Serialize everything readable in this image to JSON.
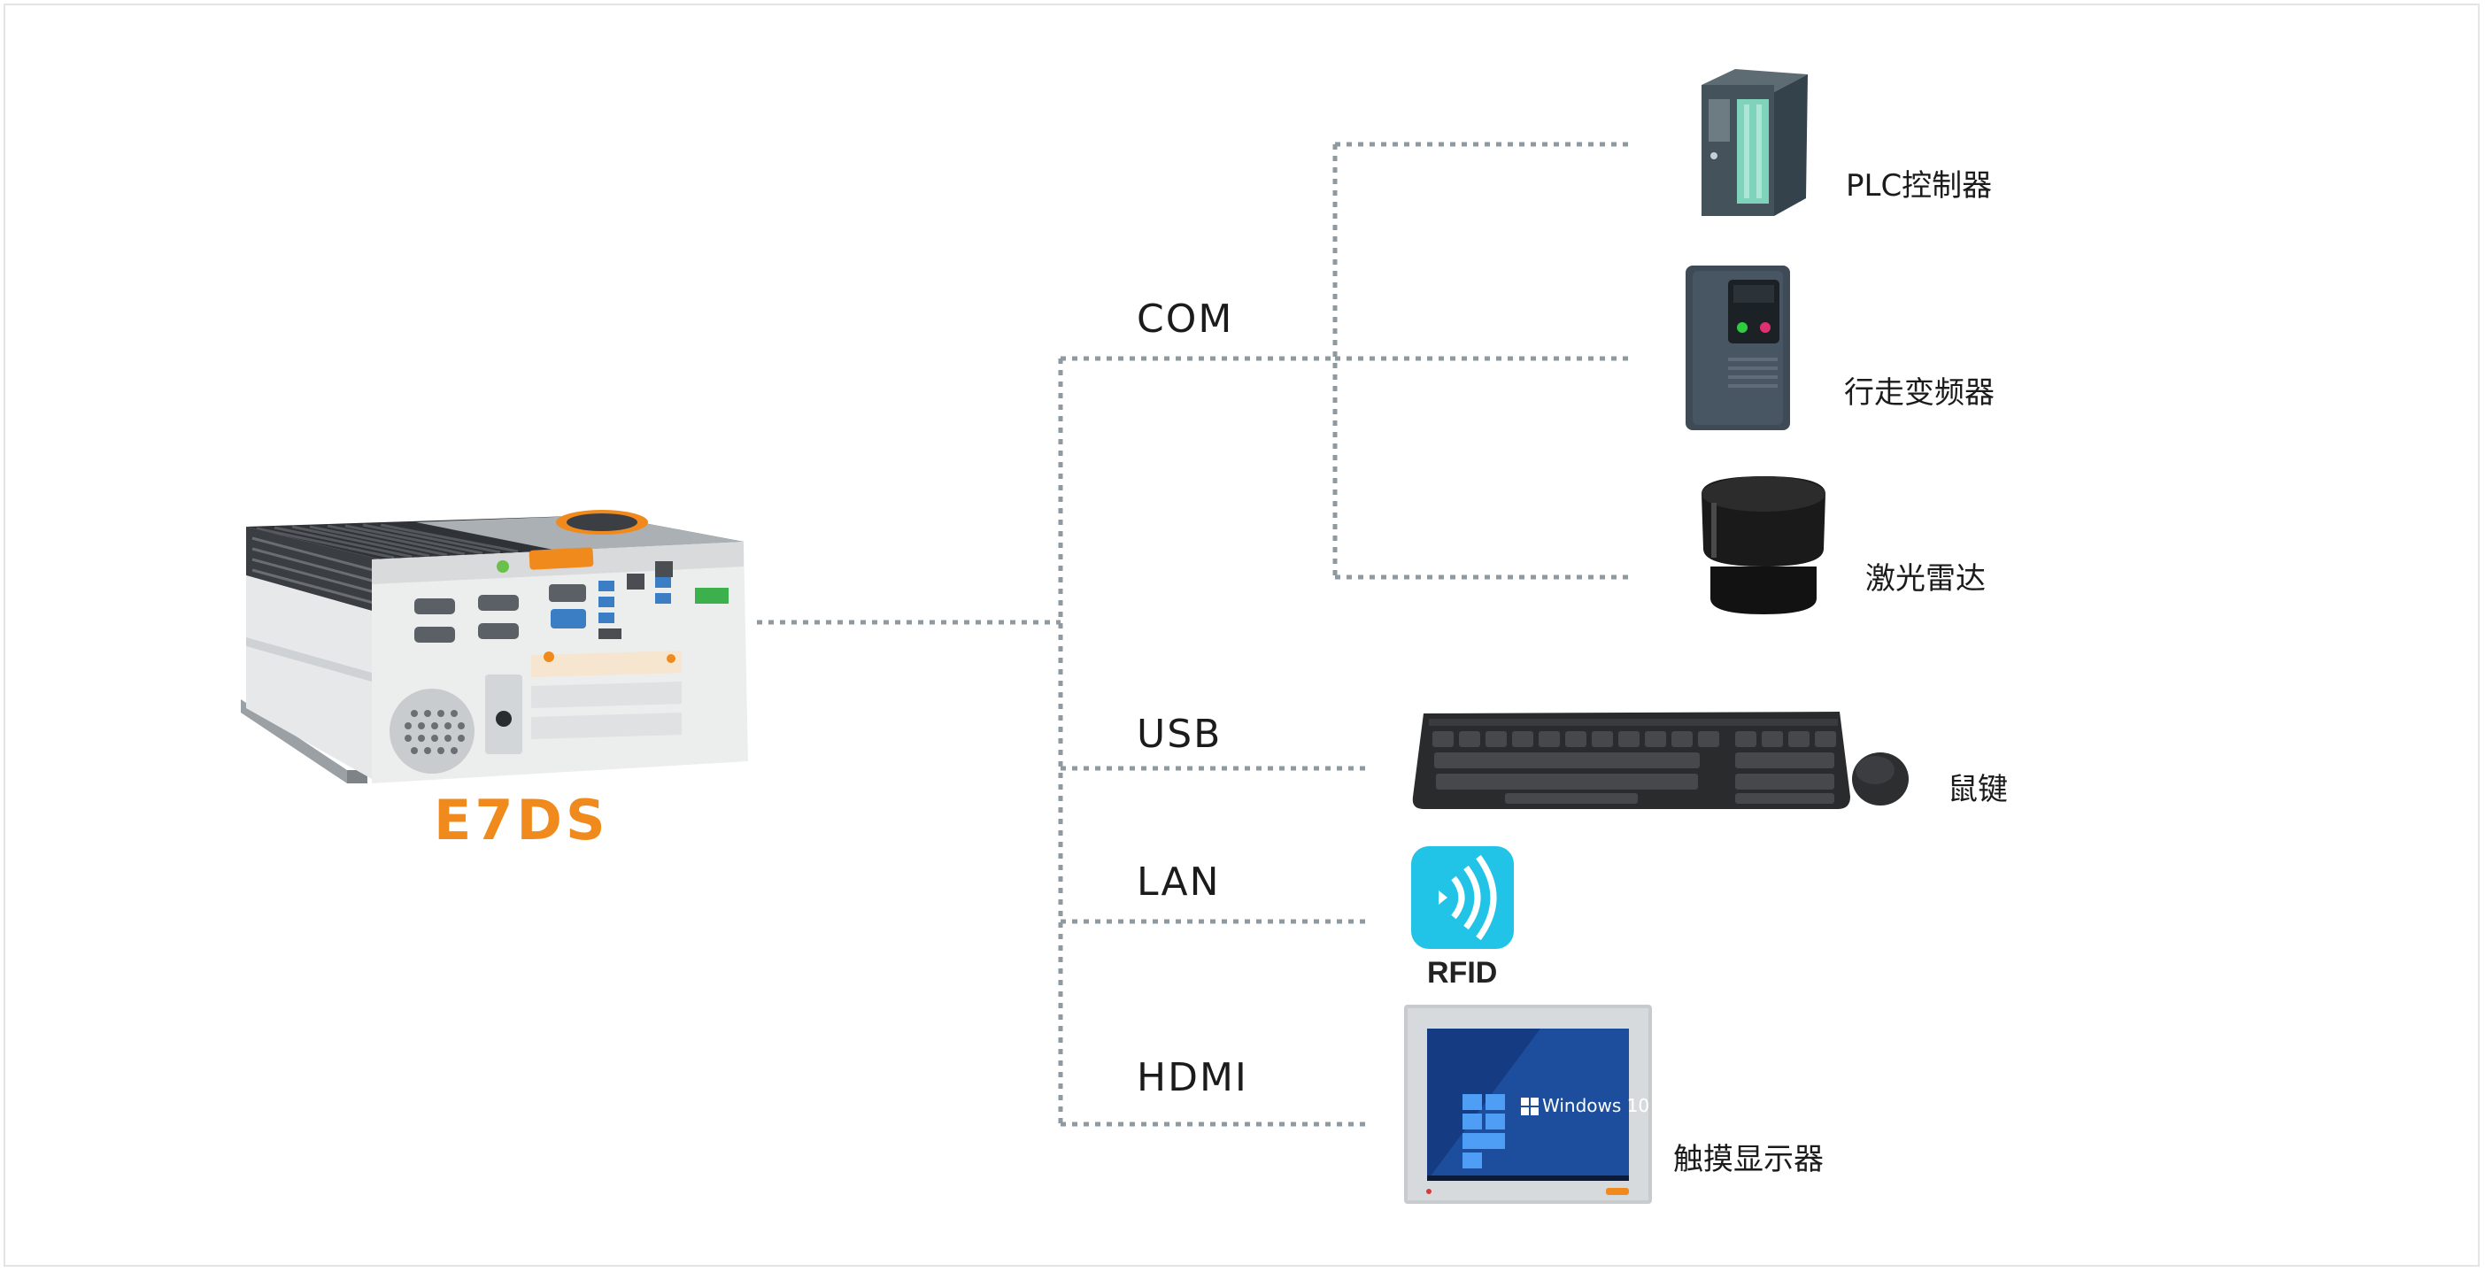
{
  "main_device": {
    "name": "E7DS",
    "brand_color": "#f08a1c"
  },
  "ports": [
    {
      "key": "com",
      "label": "COM"
    },
    {
      "key": "usb",
      "label": "USB"
    },
    {
      "key": "lan",
      "label": "LAN"
    },
    {
      "key": "hdmi",
      "label": "HDMI"
    }
  ],
  "devices": {
    "plc": {
      "label": "PLC控制器",
      "port": "COM"
    },
    "inverter": {
      "label": "行走变频器",
      "port": "COM"
    },
    "lidar": {
      "label": "激光雷达",
      "port": "COM"
    },
    "keyboard_mouse": {
      "label": "鼠键",
      "port": "USB"
    },
    "rfid": {
      "label": "RFID",
      "port": "LAN"
    },
    "touch_display": {
      "label": "触摸显示器",
      "port": "HDMI",
      "screen_text": "Windows 10"
    }
  },
  "colors": {
    "connector": "#8f9aa0",
    "rfid_tile": "#21c3e6",
    "background": "#ffffff"
  }
}
